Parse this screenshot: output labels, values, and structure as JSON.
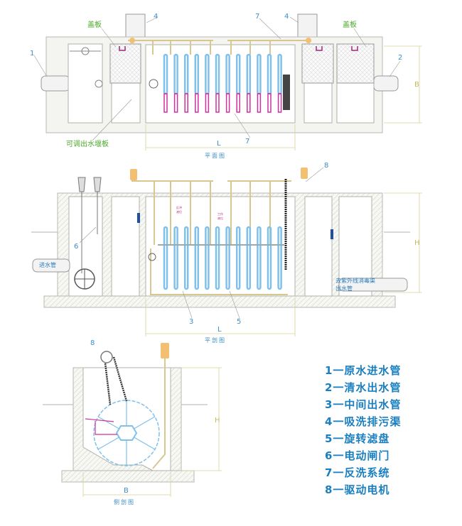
{
  "plan_view": {
    "title": "平面图",
    "labels": {
      "n1": "1",
      "n2": "2",
      "n4a": "4",
      "n4b": "4",
      "n7a": "7",
      "n7b": "7",
      "cover_left": "盖板",
      "cover_right": "盖板",
      "weir": "可调出水堰板",
      "dim_L": "L",
      "dim_B": "B"
    }
  },
  "section_view": {
    "title": "平剖图",
    "labels": {
      "n6": "6",
      "n8": "8",
      "n3": "3",
      "n5": "5",
      "inlet": "进水管",
      "outlet_1": "去紫外线消毒渠",
      "outlet_2": "出水管",
      "backwash_level_1": "反冲",
      "backwash_level_2": "液位",
      "work_level_1": "工作",
      "work_level_2": "液位",
      "dim_L": "L",
      "dim_H": "H"
    }
  },
  "side_view": {
    "title": "侧剖图",
    "labels": {
      "n8": "8",
      "dim_B": "B",
      "dim_H": "H"
    }
  },
  "legend": [
    "1一原水进水管",
    "2一清水出水管",
    "3一中间出水管",
    "4一吸洗排污渠",
    "5一旋转滤盘",
    "6一电动闸门",
    "7一反洗系统",
    "8一驱动电机"
  ],
  "colors": {
    "label_blue": "#1a7fc0",
    "label_green": "#4caa2a",
    "disc_blue": "#7fc1ea",
    "disc_magenta": "#d0309c",
    "pipe_yellow": "#d8c890"
  }
}
